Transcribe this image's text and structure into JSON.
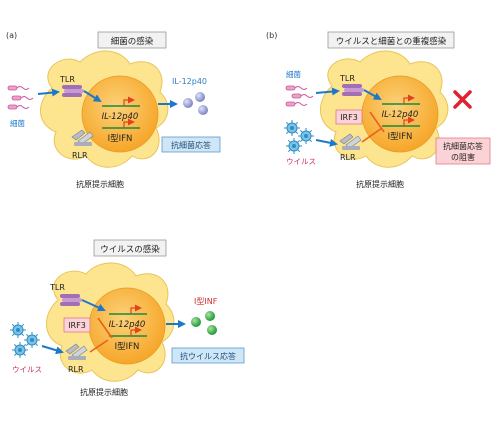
{
  "panel_a": {
    "label": "(a)",
    "title": "細菌の感染",
    "tlr": "TLR",
    "bacteria": "細菌",
    "rlr": "RLR",
    "gene1": "IL-12p40",
    "gene2": "I型IFN",
    "product": "IL-12p40",
    "response": "抗細菌応答",
    "cell": "抗原提示細胞"
  },
  "panel_b": {
    "label": "(b)",
    "title": "ウイルスと細菌との重複感染",
    "bacteria": "細菌",
    "tlr": "TLR",
    "irf3": "IRF3",
    "gene1": "IL-12p40",
    "gene2": "I型IFN",
    "virus": "ウイルス",
    "rlr": "RLR",
    "response_line1": "抗細菌応答",
    "response_line2": "の阻害",
    "cell": "抗原提示細胞"
  },
  "panel_c": {
    "title": "ウイルスの感染",
    "tlr": "TLR",
    "irf3": "IRF3",
    "gene1": "IL-12p40",
    "gene2": "I型IFN",
    "virus": "ウイルス",
    "rlr": "RLR",
    "product": "I型INF",
    "response": "抗ウイルス応答",
    "cell": "抗原提示細胞"
  },
  "colors": {
    "cell": "#fde48f",
    "nucleus": "#f9b13a",
    "arrow": "#1e78c8",
    "inhibit": "#e8601e",
    "gene_line": "#1a8a3a",
    "promoter": "#e2431e",
    "bacteria": "#d0529c",
    "virus": "#4aa3d6",
    "il12_ball": "#9da3d8",
    "ifn_ball": "#3db54a",
    "response_box": "#cfe6f7",
    "inhibit_box": "#fbd3d6",
    "cross": "#e0212f"
  }
}
